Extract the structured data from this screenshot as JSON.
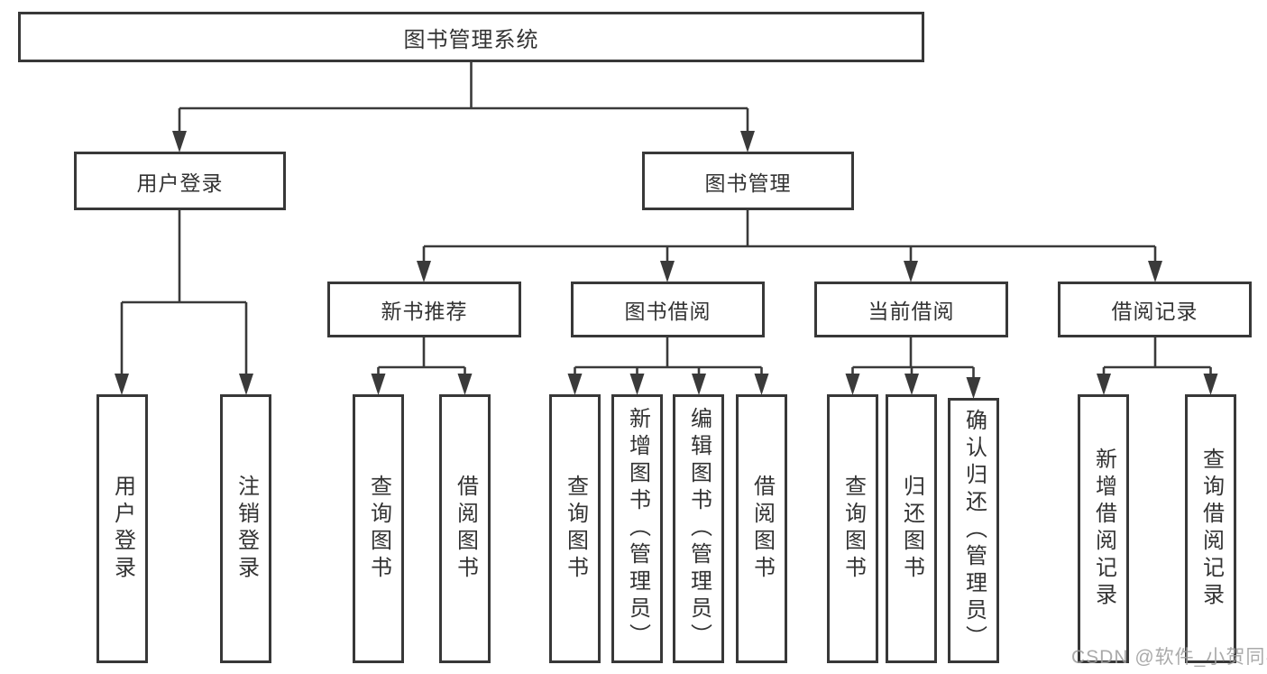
{
  "diagram": {
    "root": "图书管理系统",
    "branches": [
      {
        "label": "用户登录",
        "leaves": [
          "用户登录",
          "注销登录"
        ]
      },
      {
        "label": "图书管理",
        "groups": [
          {
            "label": "新书推荐",
            "leaves": [
              "查询图书",
              "借阅图书"
            ]
          },
          {
            "label": "图书借阅",
            "leaves": [
              "查询图书",
              "新增图书（管理员）",
              "编辑图书（管理员）",
              "借阅图书"
            ]
          },
          {
            "label": "当前借阅",
            "leaves": [
              "查询图书",
              "归还图书",
              "确认归还（管理员）"
            ]
          },
          {
            "label": "借阅记录",
            "leaves": [
              "新增借阅记录",
              "查询借阅记录"
            ]
          }
        ]
      }
    ]
  },
  "colors": {
    "line": "#3a3a3a",
    "text": "#333333",
    "background": "#ffffff",
    "watermark": "#9e9e9e"
  },
  "watermark": "CSDN @软件_小贺同学"
}
